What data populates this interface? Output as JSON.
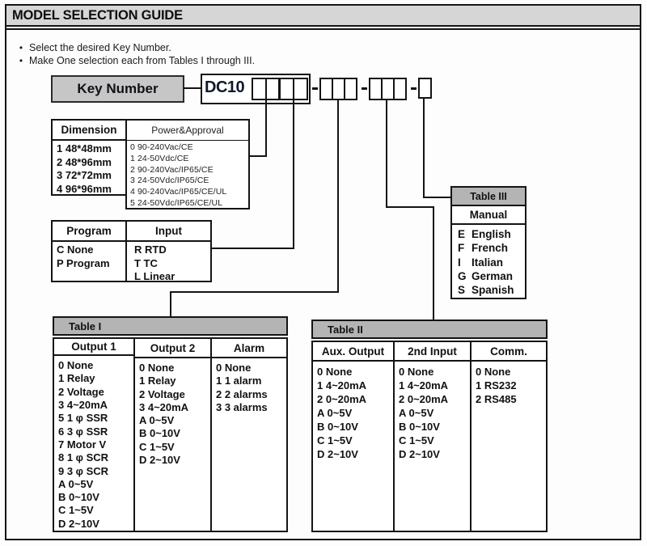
{
  "page": {
    "title": "MODEL SELECTION GUIDE",
    "bullets": [
      "Select the desired Key Number.",
      "Make One selection each from Tables I through III."
    ],
    "bullet_glyph": "•"
  },
  "key_number": {
    "label": "Key Number",
    "model_prefix": "DC10",
    "separator": "-"
  },
  "dimension": {
    "header": "Dimension",
    "items": [
      "1 48*48mm",
      "2 48*96mm",
      "3 72*72mm",
      "4 96*96mm"
    ]
  },
  "power": {
    "header": "Power&Approval",
    "items": [
      "0 90-240Vac/CE",
      "1 24-50Vdc/CE",
      "2 90-240Vac/IP65/CE",
      "3 24-50Vdc/IP65/CE",
      "4 90-240Vac/IP65/CE/UL",
      "5 24-50Vdc/IP65/CE/UL"
    ]
  },
  "program": {
    "header": "Program",
    "items": [
      "C None",
      "P Program"
    ]
  },
  "input": {
    "header": "Input",
    "items": [
      "R RTD",
      "T TC",
      "L Linear"
    ]
  },
  "table1": {
    "title": "Table I",
    "columns": [
      {
        "header": "Output 1",
        "items": [
          "0 None",
          "1 Relay",
          "2 Voltage",
          "3 4~20mA",
          "5 1 φ SSR",
          "6 3 φ SSR",
          "7 Motor V",
          "8 1 φ SCR",
          "9 3 φ SCR",
          "A 0~5V",
          "B 0~10V",
          "C 1~5V",
          "D 2~10V"
        ]
      },
      {
        "header": "Output 2",
        "items": [
          "0 None",
          "1 Relay",
          "2 Voltage",
          "3 4~20mA",
          "A 0~5V",
          "B 0~10V",
          "C 1~5V",
          "D 2~10V"
        ]
      },
      {
        "header": "Alarm",
        "items": [
          "0 None",
          "1 1 alarm",
          "2 2 alarms",
          "3 3 alarms"
        ]
      }
    ]
  },
  "table2": {
    "title": "Table II",
    "columns": [
      {
        "header": "Aux. Output",
        "items": [
          "0 None",
          "1 4~20mA",
          "2 0~20mA",
          "A 0~5V",
          "B 0~10V",
          "C 1~5V",
          "D 2~10V"
        ]
      },
      {
        "header": "2nd Input",
        "items": [
          "0 None",
          "1 4~20mA",
          "2 0~20mA",
          "A 0~5V",
          "B 0~10V",
          "C 1~5V",
          "D 2~10V"
        ]
      },
      {
        "header": "Comm.",
        "items": [
          "0 None",
          "1 RS232",
          "2 RS485"
        ]
      }
    ]
  },
  "table3": {
    "title": "Table III",
    "subheader": "Manual",
    "items": [
      {
        "code": "E",
        "label": "English"
      },
      {
        "code": "F",
        "label": "French"
      },
      {
        "code": "I",
        "label": "Italian"
      },
      {
        "code": "G",
        "label": "German"
      },
      {
        "code": "S",
        "label": "Spanish"
      }
    ]
  },
  "colors": {
    "title_bar_gray": "#d6d6d6",
    "table_header_gray": "#b4b4b4",
    "key_box_gray": "#c6c6c6",
    "line_black": "#141414",
    "model_text": "#10182b"
  }
}
